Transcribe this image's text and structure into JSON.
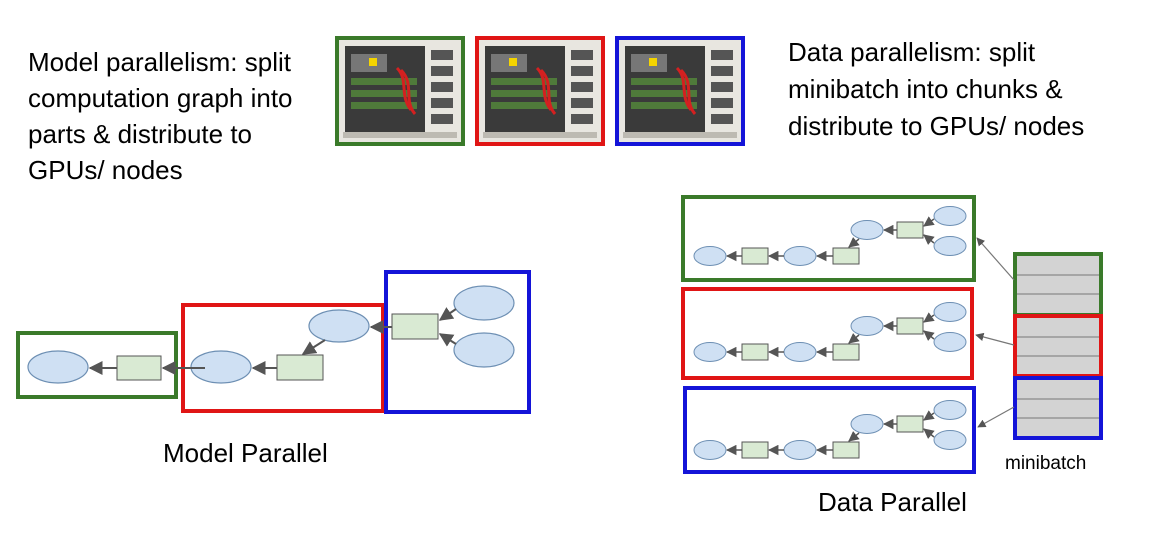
{
  "text": {
    "model_description": "Model parallelism: split computation graph into parts & distribute to GPUs/ nodes",
    "data_description": "Data parallelism: split minibatch into chunks & distribute to GPUs/ nodes",
    "model_caption": "Model Parallel",
    "data_caption": "Data Parallel",
    "minibatch_label": "minibatch"
  },
  "colors": {
    "green": "#3a7a2a",
    "red": "#e01515",
    "blue": "#1414d8",
    "node_fill": "#cfe0f3",
    "op_fill": "#d9ead3",
    "minibatch_fill": "#d3d3d3"
  },
  "photos": [
    {
      "name": "machine-photo-green",
      "frame": "green"
    },
    {
      "name": "machine-photo-red",
      "frame": "red"
    },
    {
      "name": "machine-photo-blue",
      "frame": "blue"
    }
  ]
}
